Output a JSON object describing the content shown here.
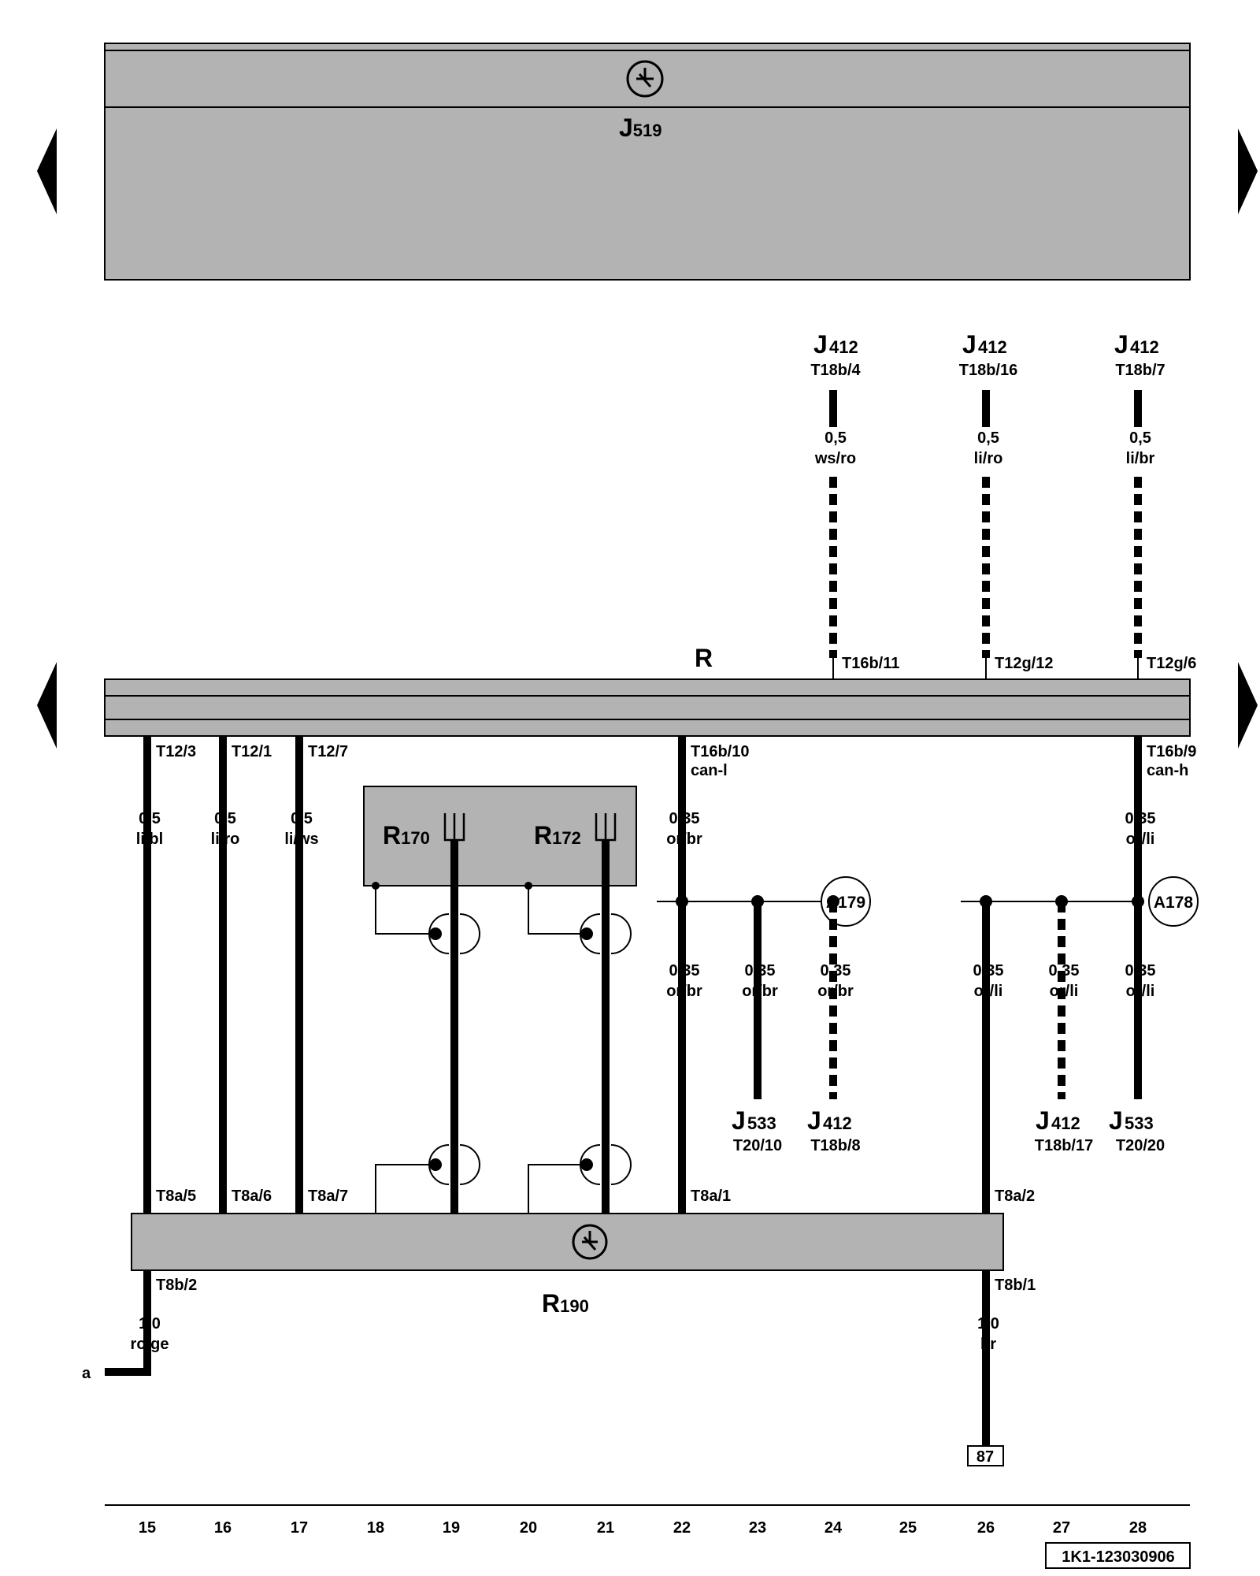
{
  "components": {
    "J519": {
      "letter": "J",
      "sub": "519"
    },
    "R": {
      "letter": "R"
    },
    "R170": {
      "letter": "R",
      "sub": "170"
    },
    "R172": {
      "letter": "R",
      "sub": "172"
    },
    "R190": {
      "letter": "R",
      "sub": "190"
    }
  },
  "top_refs": [
    {
      "comp": "J",
      "sub": "412",
      "pin": "T18b/4",
      "size": "0,5",
      "color": "ws/ro",
      "conn": "T16b/11"
    },
    {
      "comp": "J",
      "sub": "412",
      "pin": "T18b/16",
      "size": "0,5",
      "color": "li/ro",
      "conn": "T12g/12"
    },
    {
      "comp": "J",
      "sub": "412",
      "pin": "T18b/7",
      "size": "0,5",
      "color": "li/br",
      "conn": "T12g/6"
    }
  ],
  "r_pins": [
    {
      "pin": "T12/3",
      "size": "0,5",
      "color": "li/bl",
      "bottom": "T8a/5"
    },
    {
      "pin": "T12/1",
      "size": "0,5",
      "color": "li/ro",
      "bottom": "T8a/6"
    },
    {
      "pin": "T12/7",
      "size": "0,5",
      "color": "li/ws",
      "bottom": "T8a/7"
    }
  ],
  "can": {
    "low": {
      "pin": "T16b/10",
      "label": "can-l",
      "size": "0,35",
      "color": "or/br",
      "bottom": "T8a/1",
      "lower_size": "0,35",
      "lower_color": "or/br"
    },
    "high": {
      "pin": "T16b/9",
      "label": "can-h",
      "size": "0,35",
      "color": "or/li",
      "bottom": "T8a/2",
      "lower_size": "0,35",
      "lower_color": "or/li"
    }
  },
  "junctions": {
    "A179": "A179",
    "A178": "A178"
  },
  "branch_wires": [
    {
      "size": "0,35",
      "color": "or/br",
      "comp": "J",
      "sub": "533",
      "pin": "T20/10"
    },
    {
      "size": "0,35",
      "color": "or/br",
      "comp": "J",
      "sub": "412",
      "pin": "T18b/8"
    },
    {
      "size": "0,35",
      "color": "or/li",
      "comp": "J",
      "sub": "412",
      "pin": "T18b/17"
    },
    {
      "size": "0,35",
      "color": "or/li",
      "comp": "J",
      "sub": "533",
      "pin": "T20/20"
    }
  ],
  "r190_bottom": {
    "left": {
      "pin": "T8b/2",
      "size": "1,0",
      "color": "ro/ge",
      "end": "a"
    },
    "right": {
      "pin": "T8b/1",
      "size": "1,0",
      "color": "br",
      "terminal": "87"
    }
  },
  "current_tracks": [
    "15",
    "16",
    "17",
    "18",
    "19",
    "20",
    "21",
    "22",
    "23",
    "24",
    "25",
    "26",
    "27",
    "28"
  ],
  "doc_id": "1K1-123030906"
}
